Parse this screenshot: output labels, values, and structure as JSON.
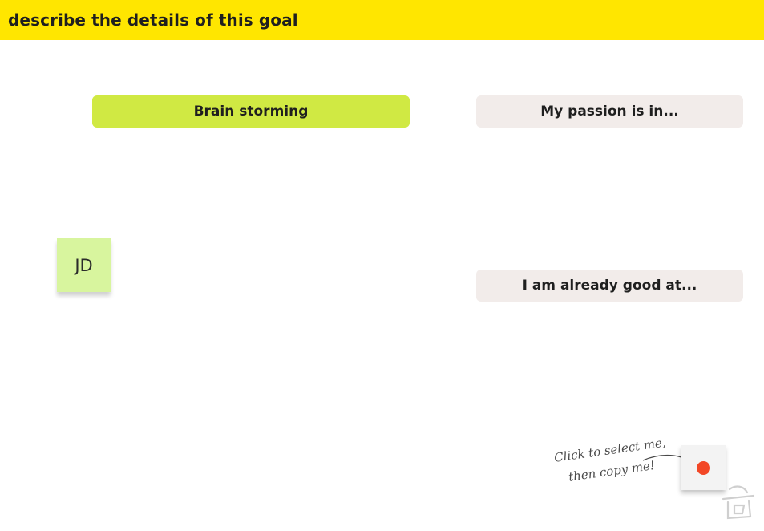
{
  "header": {
    "title": "describe the details of this goal"
  },
  "frames": {
    "brainstorming": "Brain storming",
    "passion": "My passion is in...",
    "good_at": "I am already good at..."
  },
  "sticky": {
    "initials": "JD"
  },
  "hint": {
    "line1": "Click to select me,",
    "line2": "then copy me!"
  },
  "record": {
    "icon": "record-dot-icon",
    "color": "#f24726"
  },
  "colors": {
    "header_bg": "#ffe600",
    "green_pill": "#d0e943",
    "light_pill": "#f2ecea",
    "sticky_bg": "#d8f59e"
  }
}
